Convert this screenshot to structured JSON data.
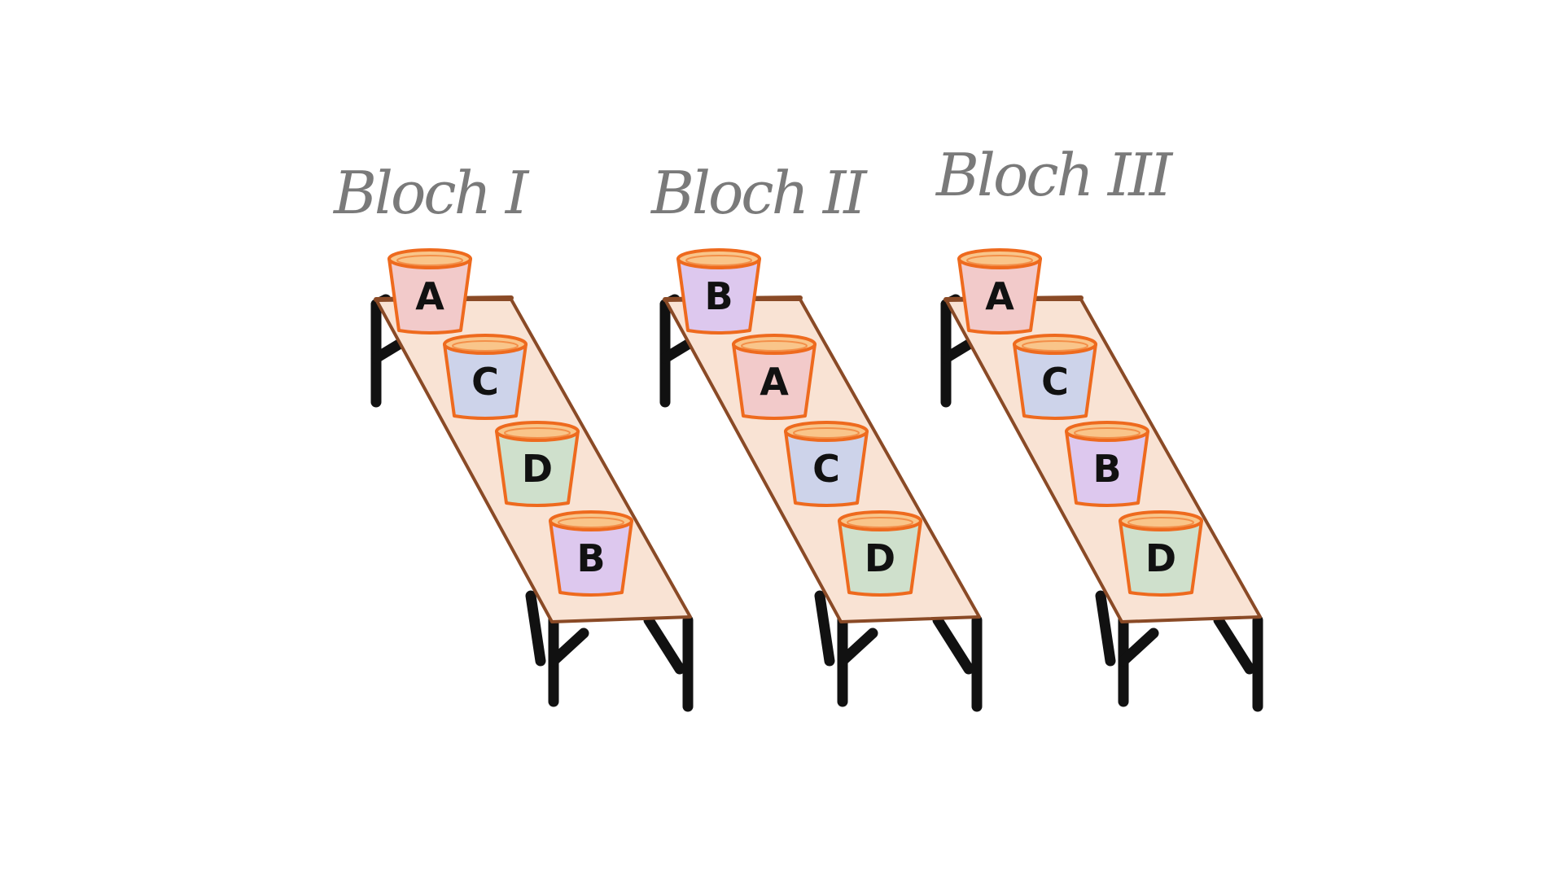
{
  "blocks": [
    {
      "title": "Bloch I",
      "pots": [
        {
          "label": "A",
          "fill": "#f2caca"
        },
        {
          "label": "C",
          "fill": "#cdd3ea"
        },
        {
          "label": "D",
          "fill": "#cfe0cc"
        },
        {
          "label": "B",
          "fill": "#ddc8ee"
        }
      ]
    },
    {
      "title": "Bloch II",
      "pots": [
        {
          "label": "B",
          "fill": "#ddc8ee"
        },
        {
          "label": "A",
          "fill": "#f2caca"
        },
        {
          "label": "C",
          "fill": "#cdd3ea"
        },
        {
          "label": "D",
          "fill": "#cfe0cc"
        }
      ]
    },
    {
      "title": "Bloch III",
      "pots": [
        {
          "label": "A",
          "fill": "#f2caca"
        },
        {
          "label": "C",
          "fill": "#cdd3ea"
        },
        {
          "label": "B",
          "fill": "#ddc8ee"
        },
        {
          "label": "D",
          "fill": "#cfe0cc"
        }
      ]
    }
  ],
  "colors": {
    "bench_top": "#f9e3d4",
    "bench_edge": "#8a4a26",
    "leg": "#111111",
    "pot_outline": "#ee6a1e",
    "pot_rim_inner": "#f9c58a",
    "title": "#7a7a7a"
  }
}
